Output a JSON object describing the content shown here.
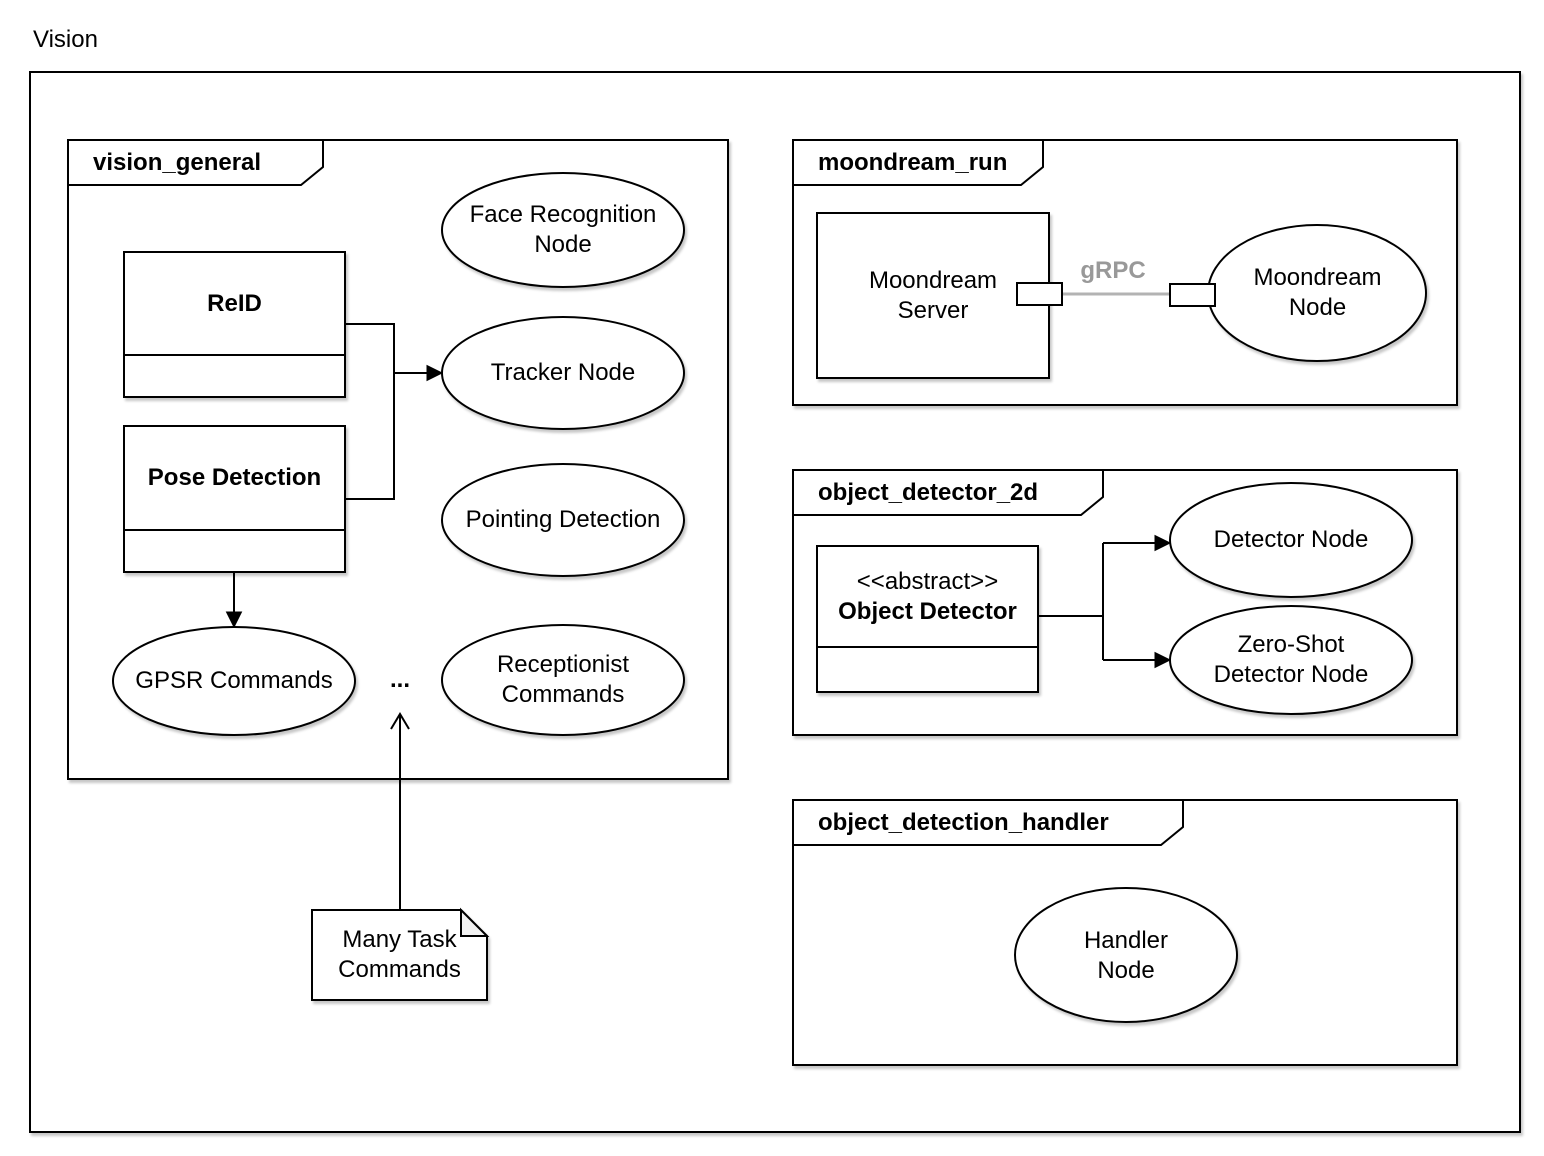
{
  "diagram_title": "Vision",
  "packages": {
    "vision_general": {
      "title": "vision_general",
      "face_recognition_node": {
        "line1": "Face Recognition",
        "line2": "Node"
      },
      "reid_class": {
        "title": "ReID"
      },
      "tracker_node": {
        "label": "Tracker Node"
      },
      "pose_detection_class": {
        "title": "Pose Detection"
      },
      "pointing_detection_node": {
        "label": "Pointing Detection"
      },
      "gpsr_commands_node": {
        "label": "GPSR Commands"
      },
      "ellipsis": "...",
      "receptionist_commands_node": {
        "line1": "Receptionist",
        "line2": "Commands"
      }
    },
    "moondream_run": {
      "title": "moondream_run",
      "moondream_server": {
        "line1": "Moondream",
        "line2": "Server"
      },
      "grpc_label": "gRPC",
      "moondream_node": {
        "line1": "Moondream",
        "line2": "Node"
      }
    },
    "object_detector_2d": {
      "title": "object_detector_2d",
      "object_detector_class": {
        "stereotype": "<<abstract>>",
        "title": "Object Detector"
      },
      "detector_node": {
        "label": "Detector Node"
      },
      "zero_shot_detector_node": {
        "line1": "Zero-Shot",
        "line2": "Detector Node"
      }
    },
    "object_detection_handler": {
      "title": "object_detection_handler",
      "handler_node": {
        "line1": "Handler",
        "line2": "Node"
      }
    }
  },
  "note": {
    "line1": "Many Task",
    "line2": "Commands"
  },
  "colors": {
    "stroke": "#000000",
    "shape_fill": "#ffffff",
    "grpc_text": "#999999",
    "grpc_line": "#b3b3b3",
    "note_fold": "#f2f2f2"
  }
}
